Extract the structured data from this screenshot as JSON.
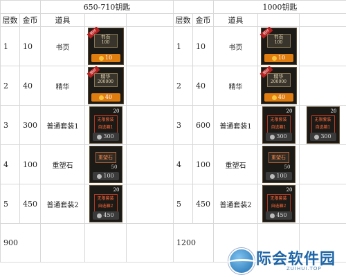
{
  "tables": [
    {
      "title": "650-710钥匙",
      "headers": {
        "tier": "层数",
        "gold": "金币",
        "item": "道具"
      },
      "rows": [
        {
          "tier": "1",
          "gold": "10",
          "item": "书页",
          "card": {
            "kind": "book",
            "name": "书页",
            "qty": "100",
            "price": "10"
          }
        },
        {
          "tier": "2",
          "gold": "40",
          "item": "精华",
          "card": {
            "kind": "book",
            "name": "精华",
            "qty": "200000",
            "price": "40"
          }
        },
        {
          "tier": "3",
          "gold": "300",
          "item": "普通套装1",
          "card": {
            "kind": "set",
            "count": "20",
            "line1": "无限套装",
            "line2": "自选箱1",
            "price": "300"
          }
        },
        {
          "tier": "4",
          "gold": "100",
          "item": "重塑石",
          "card": {
            "kind": "stone",
            "name": "重塑石",
            "qty": "50",
            "price": "100"
          }
        },
        {
          "tier": "5",
          "gold": "450",
          "item": "普通套装2",
          "card": {
            "kind": "set",
            "count": "20",
            "line1": "无限套装",
            "line2": "自选箱2",
            "price": "450"
          }
        }
      ],
      "total": "900"
    },
    {
      "title": "1000钥匙",
      "headers": {
        "tier": "层数",
        "gold": "金币",
        "item": "道具"
      },
      "rows": [
        {
          "tier": "1",
          "gold": "10",
          "item": "书页",
          "card": {
            "kind": "book",
            "name": "书页",
            "qty": "100",
            "price": "10"
          }
        },
        {
          "tier": "2",
          "gold": "40",
          "item": "精华",
          "card": {
            "kind": "book",
            "name": "精华",
            "qty": "200000",
            "price": "40"
          }
        },
        {
          "tier": "3",
          "gold": "600",
          "item": "普通套装1",
          "card": {
            "kind": "set",
            "count": "20",
            "line1": "无限套装",
            "line2": "自选箱1",
            "price": "300"
          },
          "extra_card": {
            "kind": "set",
            "count": "20",
            "line1": "无限套装",
            "line2": "自选箱1",
            "price": "300"
          }
        },
        {
          "tier": "4",
          "gold": "100",
          "item": "重塑石",
          "card": {
            "kind": "stone",
            "name": "重塑石",
            "qty": "50",
            "price": "100"
          }
        },
        {
          "tier": "5",
          "gold": "450",
          "item": "普通套装2",
          "card": {
            "kind": "set",
            "count": "20",
            "line1": "无限套装",
            "line2": "自选箱2",
            "price": "450"
          }
        }
      ],
      "total": "1200"
    }
  ],
  "ribbon_text": "限时",
  "watermark": {
    "name": "际会软件园",
    "sub": "ZUIHUI.TOP"
  },
  "colors": {
    "price_orange": "#e07d10",
    "card_bg": "#1c1a17",
    "watermark_blue": "#1f66a8"
  }
}
